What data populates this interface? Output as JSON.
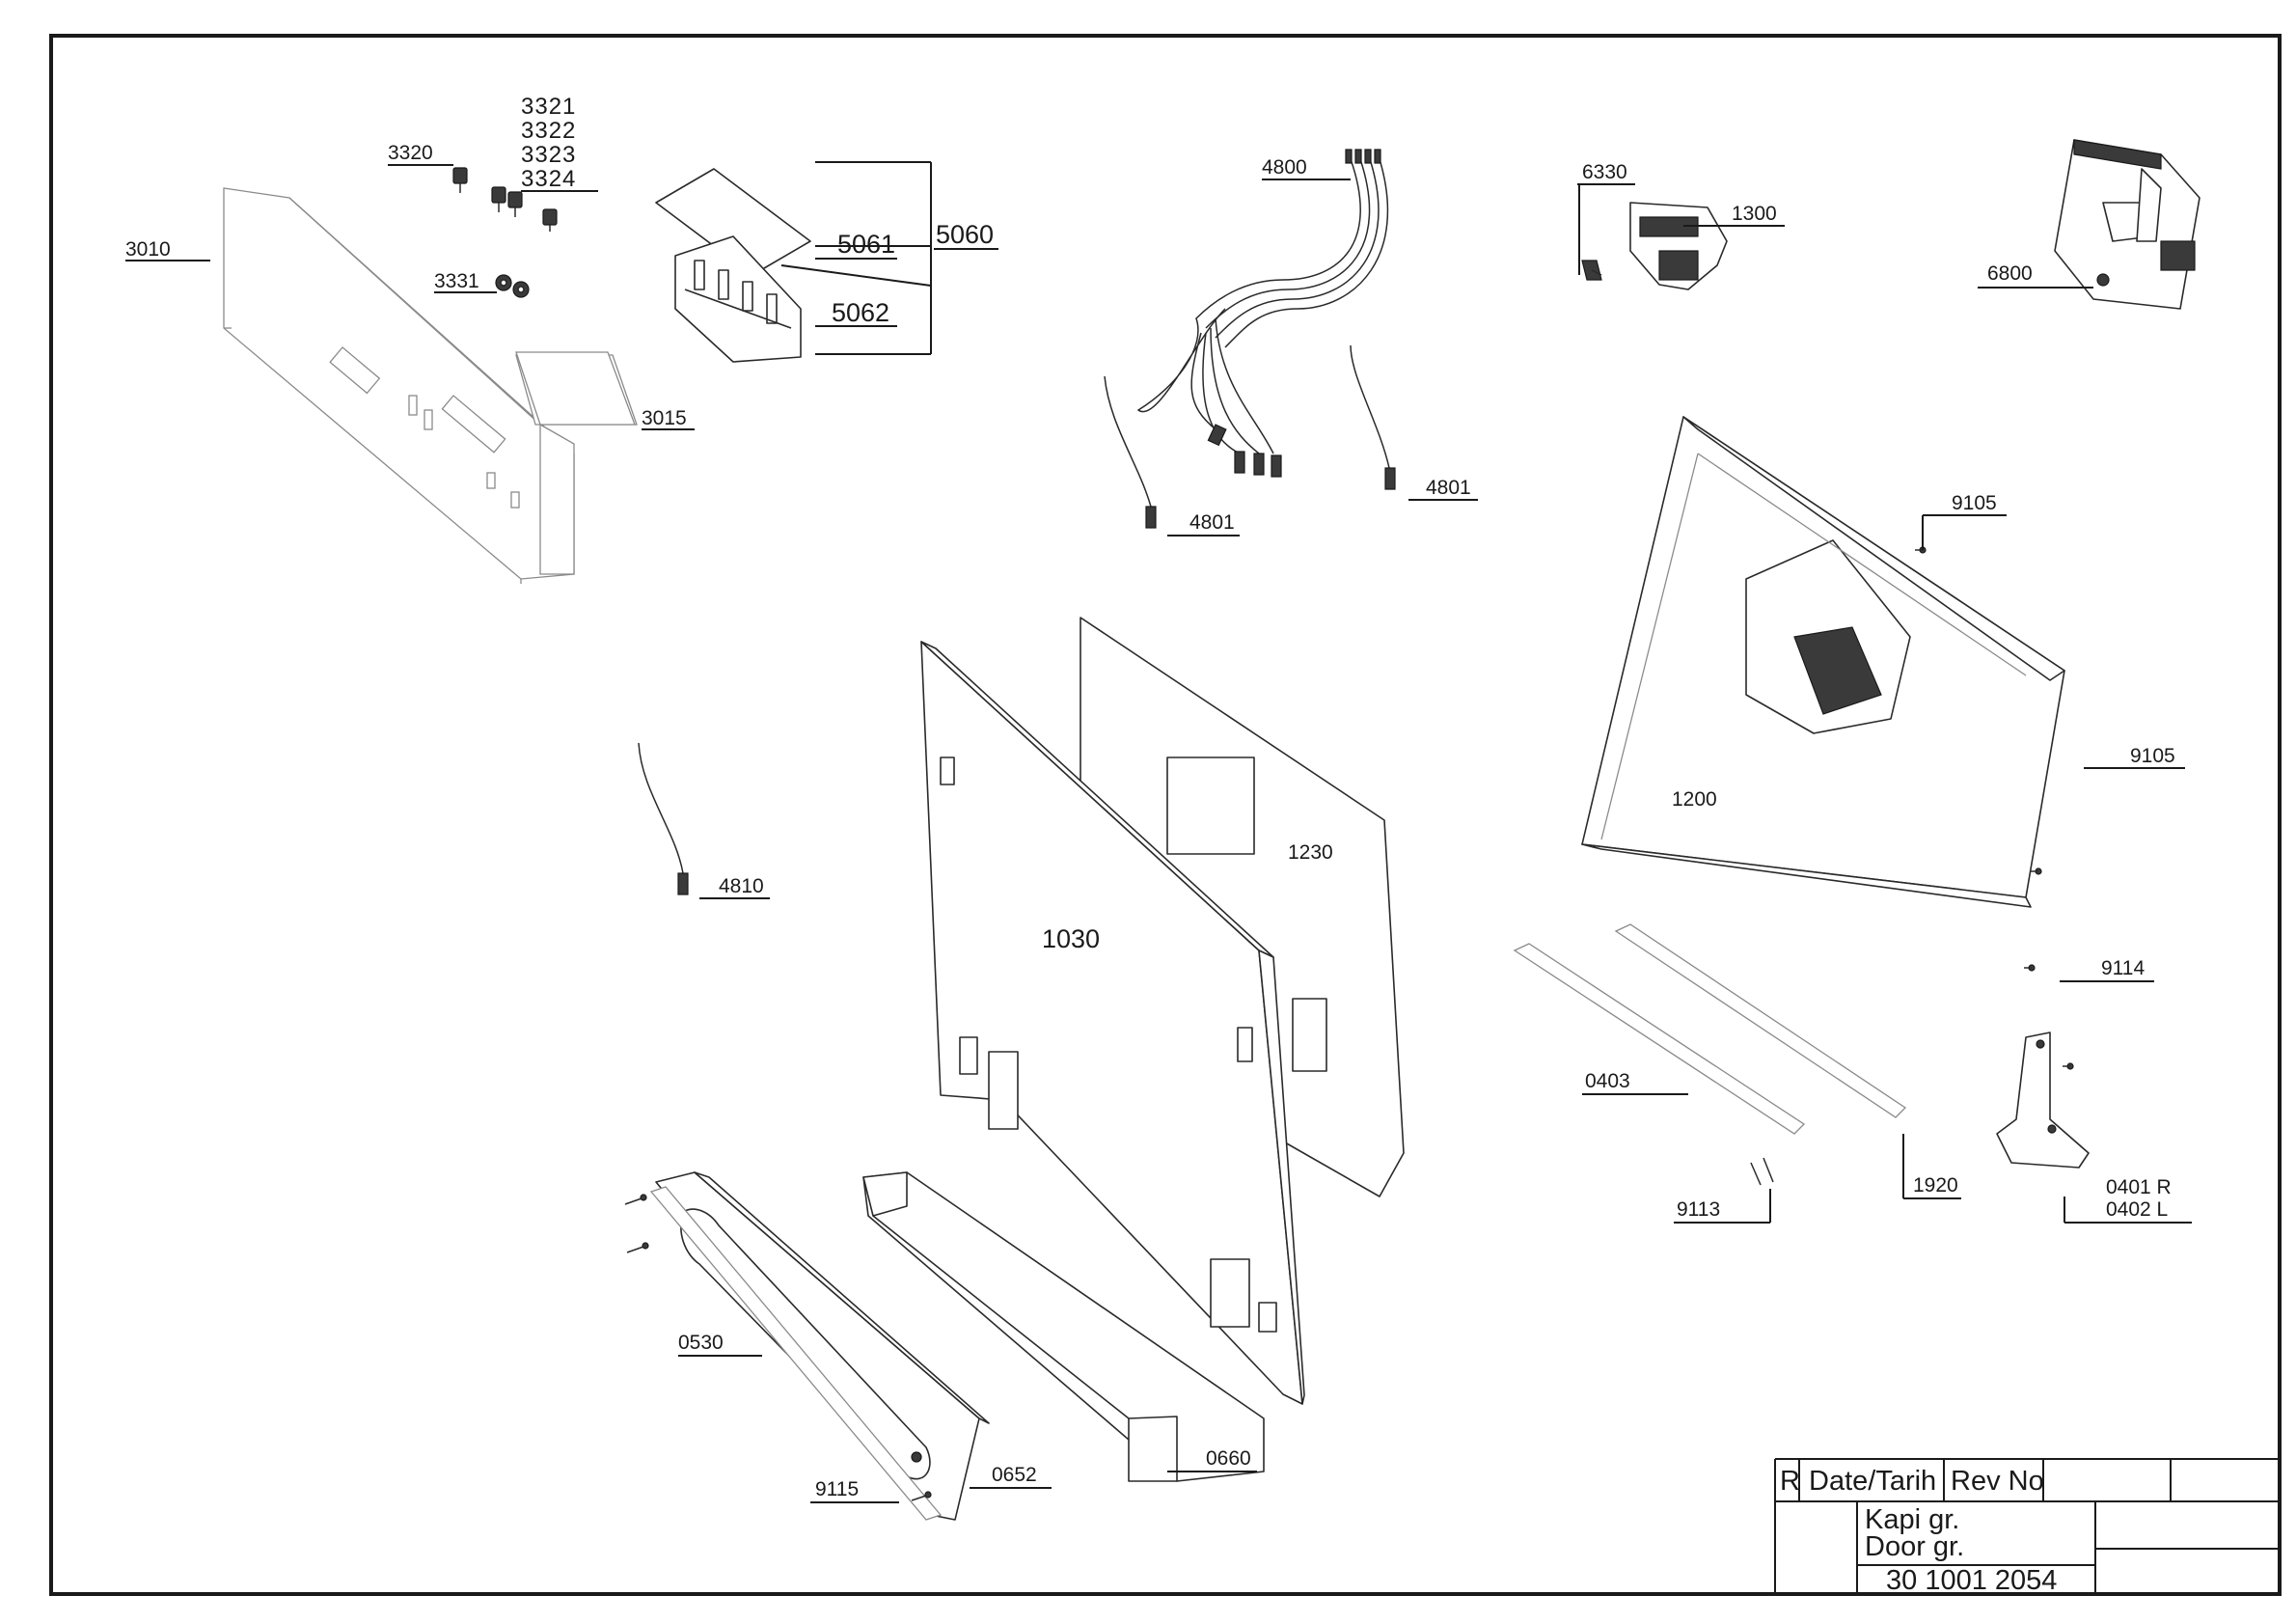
{
  "labels": {
    "l3010": "3010",
    "l3015": "3015",
    "l3320": "3320",
    "l3321": "3321",
    "l3322": "3322",
    "l3323": "3323",
    "l3324": "3324",
    "l3331": "3331",
    "l5060": "5060",
    "l5061": "5061",
    "l5062": "5062",
    "l4800": "4800",
    "l4801a": "4801",
    "l4801b": "4801",
    "l4810": "4810",
    "l6330": "6330",
    "l1300": "1300",
    "l6800": "6800",
    "l9105a": "9105",
    "l9105b": "9105",
    "l1200": "1200",
    "l1230": "1230",
    "l1030": "1030",
    "l9114": "9114",
    "l0403": "0403",
    "l9113": "9113",
    "l1920": "1920",
    "l0401": "0401 R",
    "l0402": "0402 L",
    "l0530": "0530",
    "l9115": "9115",
    "l0652": "0652",
    "l0660": "0660"
  },
  "title_block": {
    "r": "R",
    "date": "Date/Tarih",
    "rev": "Rev No",
    "name_tr": "Kapi gr.",
    "name_en": "Door gr.",
    "number": "30 1001 2054"
  }
}
